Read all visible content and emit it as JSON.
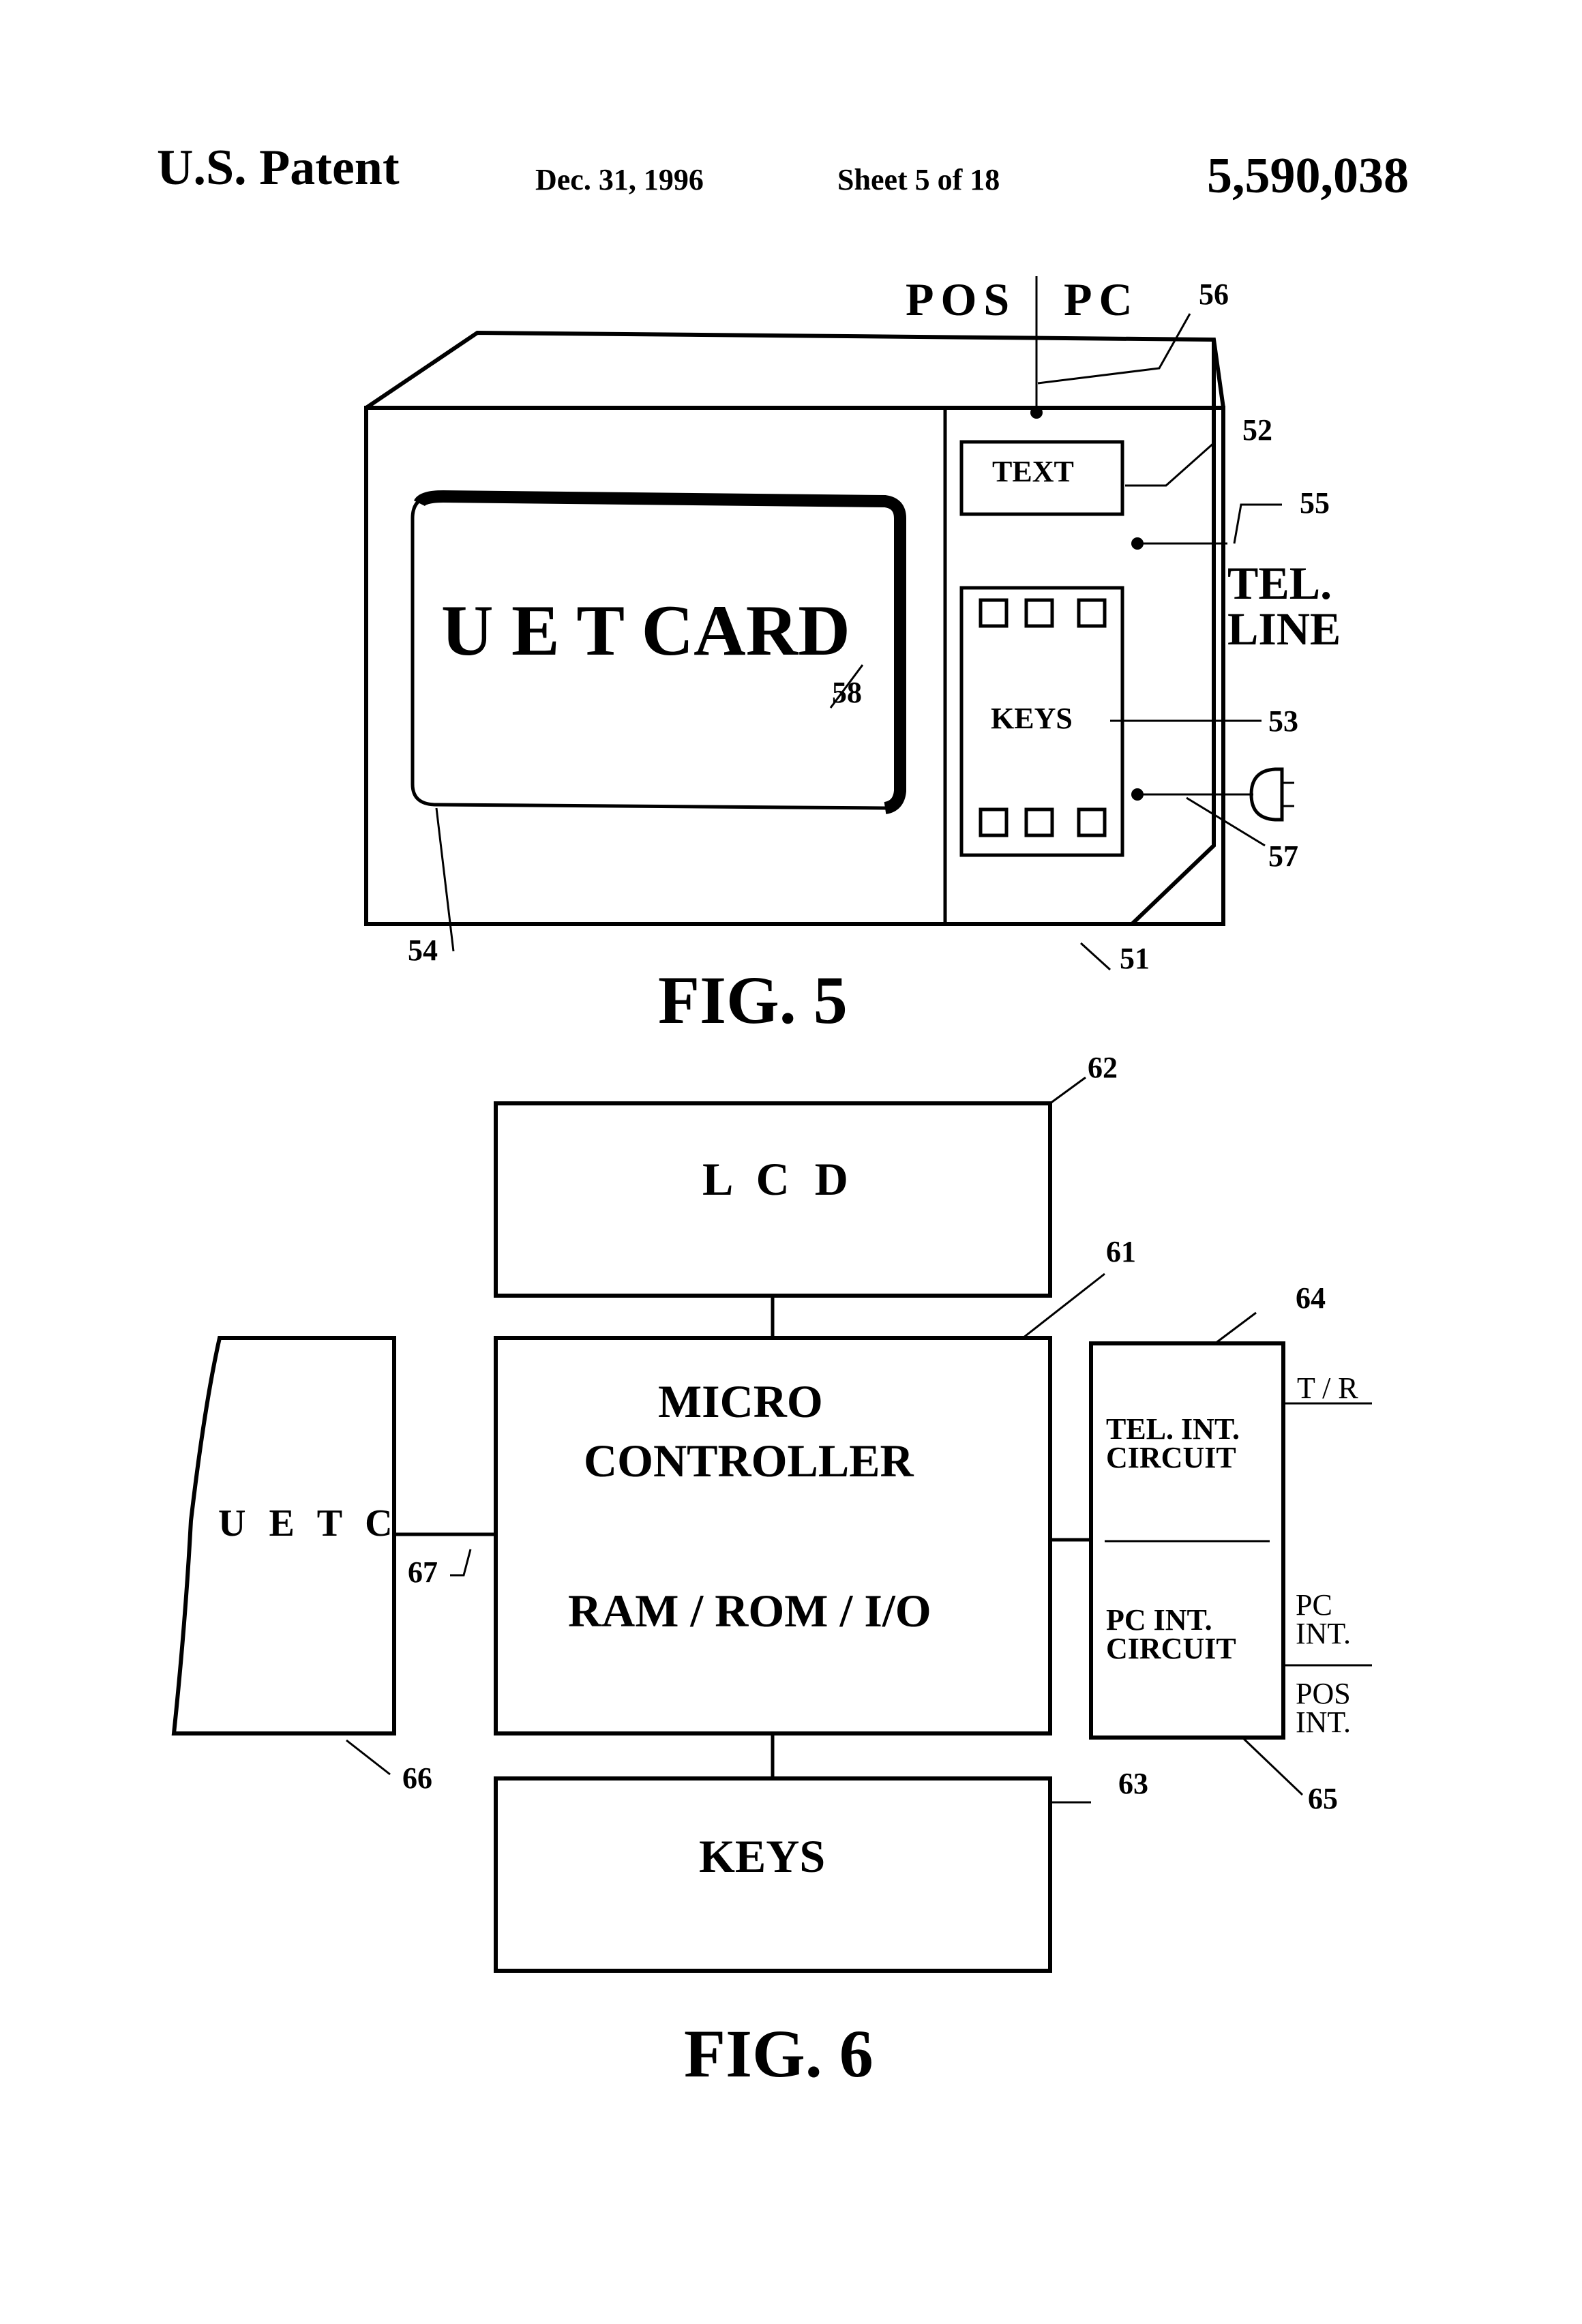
{
  "header": {
    "patent_label": "U.S. Patent",
    "date": "Dec. 31, 1996",
    "sheet": "Sheet 5 of 18",
    "patent_number": "5,590,038"
  },
  "fig5": {
    "caption": "FIG. 5",
    "pos_label": "POS",
    "pc_label": "PC",
    "card_text": "U E T CARD",
    "text_display": "TEXT",
    "keys_label": "KEYS",
    "tel_line_1": "TEL.",
    "tel_line_2": "LINE",
    "refs": {
      "r51": "51",
      "r52": "52",
      "r53": "53",
      "r54": "54",
      "r55": "55",
      "r56": "56",
      "r57": "57",
      "r58": "58"
    }
  },
  "fig6": {
    "caption": "FIG. 6",
    "lcd": "L C D",
    "micro_1": "MICRO",
    "micro_2": "CONTROLLER",
    "memory": "RAM / ROM / I/O",
    "keys": "KEYS",
    "uetc": "U E T C",
    "tel_int_1": "TEL. INT.",
    "tel_int_2": "CIRCUIT",
    "pc_int_1": "PC INT.",
    "pc_int_2": "CIRCUIT",
    "tr": "T / R",
    "pc_out_1": "PC",
    "pc_out_2": "INT.",
    "pos_out_1": "POS",
    "pos_out_2": "INT.",
    "refs": {
      "r61": "61",
      "r62": "62",
      "r63": "63",
      "r64": "64",
      "r65": "65",
      "r66": "66",
      "r67": "67"
    }
  }
}
